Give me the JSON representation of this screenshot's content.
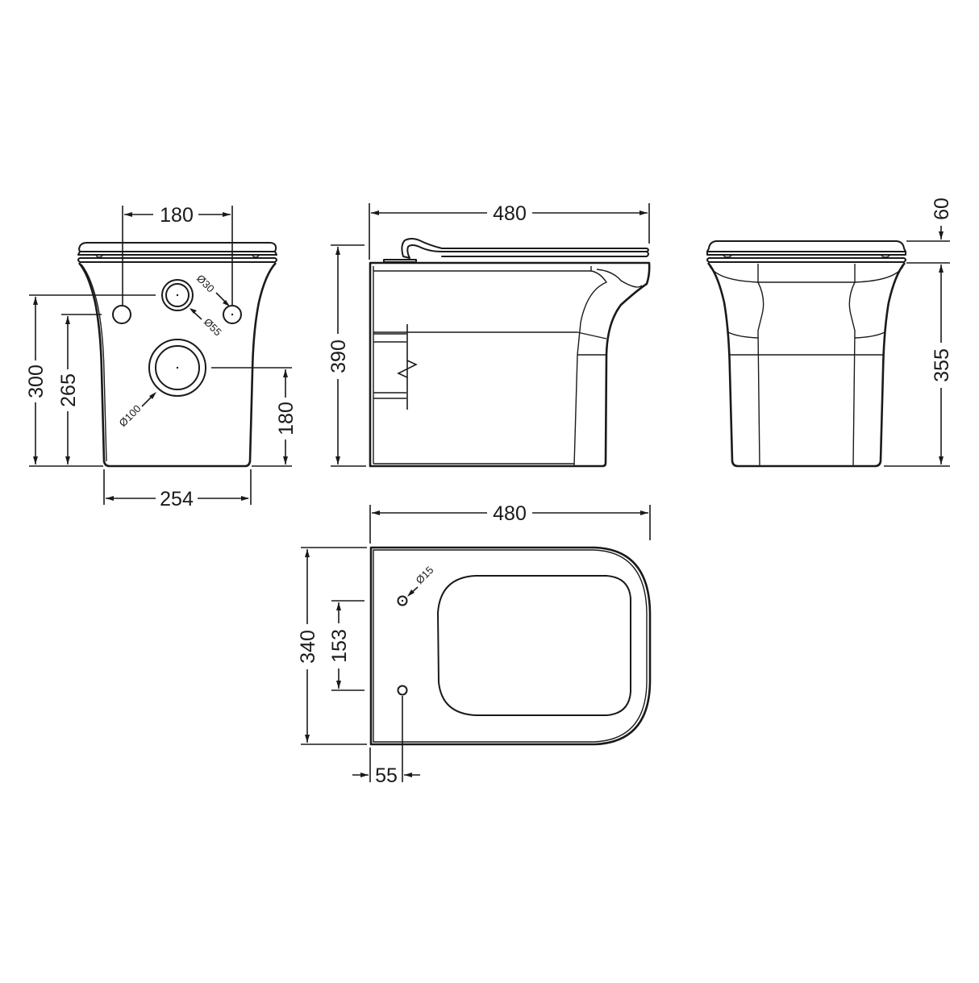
{
  "drawing": {
    "colors": {
      "line": "#1a1a1a",
      "background": "#ffffff"
    },
    "front_view": {
      "dimensions": {
        "pipe_spacing": "180",
        "height_300": "300",
        "height_265": "265",
        "outlet_height": "180",
        "base_width": "254"
      },
      "diameters": {
        "d30": "Ø30",
        "d55": "Ø55",
        "d100": "Ø100"
      }
    },
    "side_view": {
      "dimensions": {
        "length": "480",
        "height": "390"
      }
    },
    "rear_view": {
      "dimensions": {
        "seat_thickness": "60",
        "pan_height": "355"
      }
    },
    "top_view": {
      "dimensions": {
        "length": "480",
        "width": "340",
        "fixing_spacing": "153",
        "fixing_offset": "55"
      },
      "diameters": {
        "d15": "Ø15"
      }
    }
  }
}
